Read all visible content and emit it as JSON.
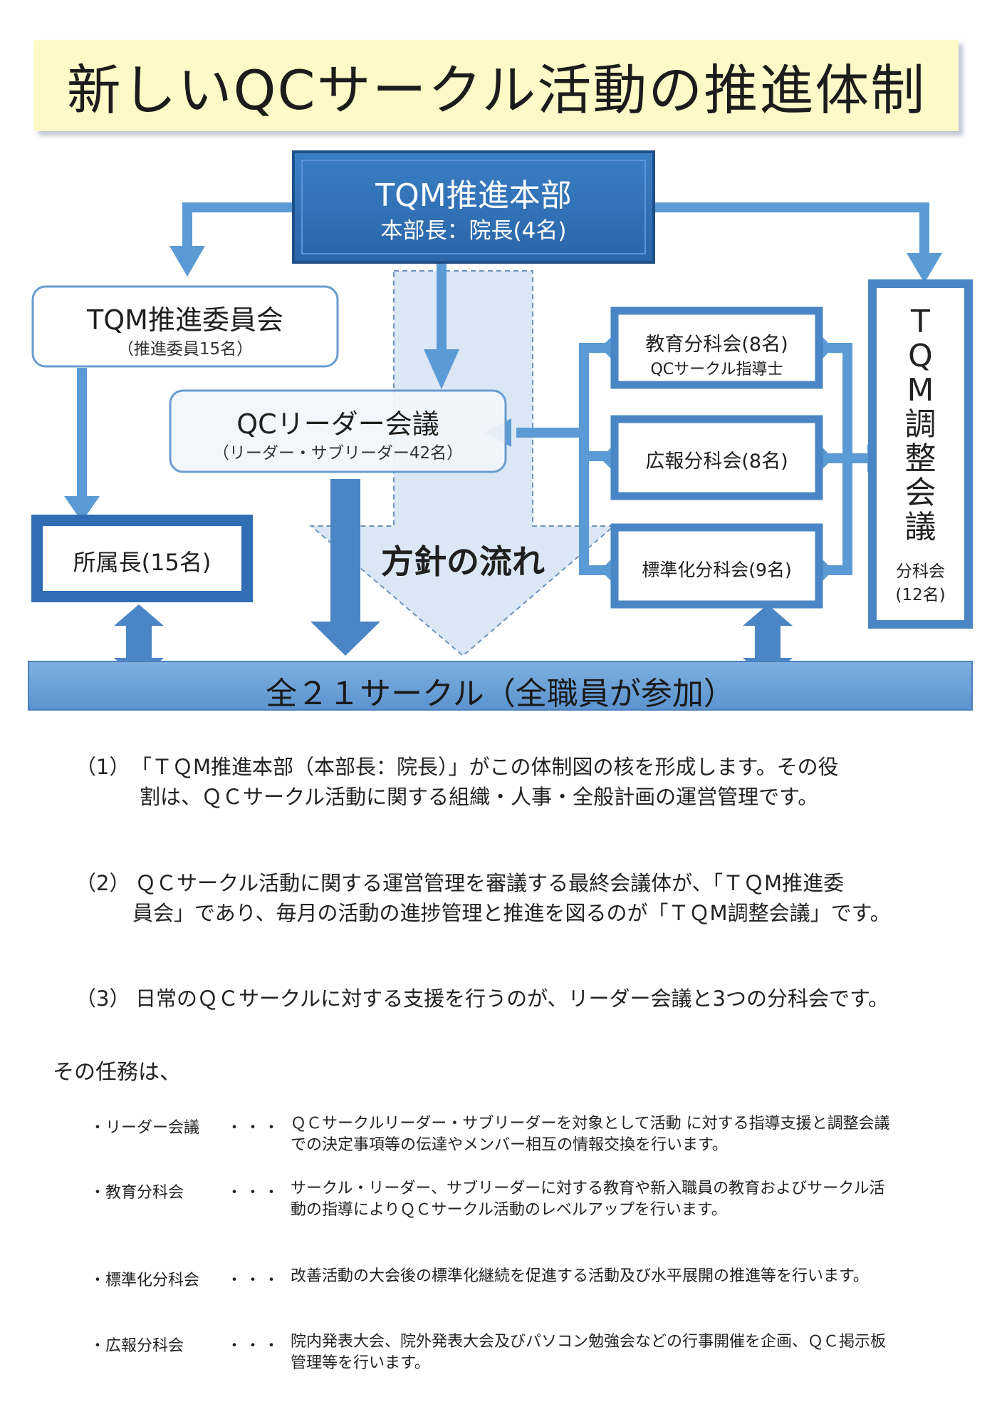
{
  "title": "新しいQCサークル活動の推進体制",
  "diagram": {
    "hq": {
      "name": "TQM推進本部",
      "sub": "本部長：院長(4名)"
    },
    "committee": {
      "name": "TQM推進委員会",
      "sub": "（推進委員15名）"
    },
    "leader_meeting": {
      "name": "QCリーダー会議",
      "sub": "（リーダー・サブリーダー42名）"
    },
    "managers": {
      "name": "所属長(15名)"
    },
    "policy_flow": "方針の流れ",
    "education": {
      "name": "教育分科会(8名)",
      "sub": "QCサークル指導士"
    },
    "pr": {
      "name": "広報分科会(8名)"
    },
    "standard": {
      "name": "標準化分科会(9名)"
    },
    "coordination": {
      "chars": [
        "T",
        "Q",
        "M",
        "調",
        "整",
        "会",
        "議"
      ],
      "sub1": "分科会",
      "sub2": "(12名)"
    },
    "circles": "全２１サークル（全職員が参加）"
  },
  "paragraphs": [
    {
      "num": "（1）",
      "line1": "「ＴＱM推進本部（本部長：院長）」がこの体制図の核を形成します。その役",
      "line2": "割は、ＱＣサークル活動に関する組織・人事・全般計画の運営管理です。"
    },
    {
      "num": "（2）",
      "line1": "ＱＣサークル活動に関する運営管理を審議する最終会議体が、「ＴＱM推進委",
      "line2": "員会」であり、毎月の活動の進捗管理と推進を図るのが「ＴＱM調整会議」です。"
    },
    {
      "num": "（3）",
      "line1": "日常のＱＣサークルに対する支援を行うのが、リーダー会議と3つの分科会です。",
      "line2": ""
    }
  ],
  "tasks_intro": "その任務は、",
  "tasks": [
    {
      "label": "・リーダー会議",
      "dots": "・・・",
      "line1": "ＱＣサークルリーダー・サブリーダーを対象として活動 に対する指導支援と調整会議",
      "line2": "での決定事項等の伝達やメンバー相互の情報交換を行います。"
    },
    {
      "label": "・教育分科会",
      "dots": "・・・",
      "line1": "サークル・リーダー、サブリーダーに対する教育や新入職員の教育およびサークル活",
      "line2": "動の指導によりＱＣサークル活動のレベルアップを行います。"
    },
    {
      "label": "・標準化分科会",
      "dots": "・・・",
      "line1": "改善活動の大会後の標準化継続を促進する活動及び水平展開の推進等を行います。",
      "line2": ""
    },
    {
      "label": "・広報分科会",
      "dots": "・・・",
      "line1": "院内発表大会、院外発表大会及びパソコン勉強会などの行事開催を企画、ＱＣ掲示板",
      "line2": "管理等を行います。"
    }
  ],
  "colors": {
    "accent": "#5b9bd5",
    "dark": "#2e6aad",
    "banner": "#fdfac8"
  }
}
